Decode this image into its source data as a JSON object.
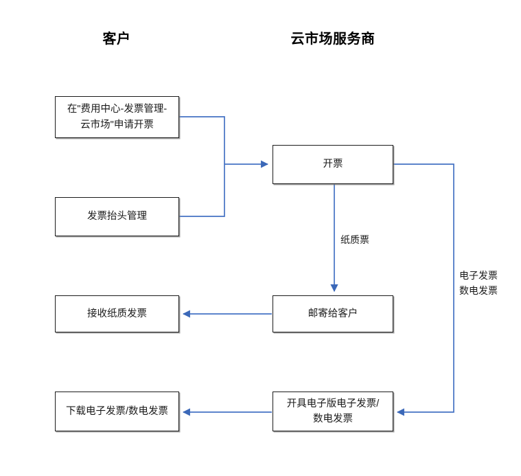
{
  "diagram": {
    "title_customer": "客户",
    "title_provider": "云市场服务商",
    "accent_color": "#4472c4",
    "border_color": "#1a1a1a",
    "background": "#ffffff",
    "nodes": [
      {
        "id": "apply-invoice",
        "label": "在\"费用中心-发票管理-\n云市场\"申请开票",
        "lane": "customer"
      },
      {
        "id": "invoice-title",
        "label": "发票抬头管理",
        "lane": "customer"
      },
      {
        "id": "issue-invoice",
        "label": "开票",
        "lane": "provider"
      },
      {
        "id": "mail-to-customer",
        "label": "邮寄给客户",
        "lane": "provider"
      },
      {
        "id": "receive-paper",
        "label": "接收纸质发票",
        "lane": "customer"
      },
      {
        "id": "issue-electronic",
        "label": "开具电子版电子发票/\n数电发票",
        "lane": "provider"
      },
      {
        "id": "download-e",
        "label": "下载电子发票/数电发票",
        "lane": "customer"
      }
    ],
    "edge_labels": [
      {
        "id": "paper",
        "text": "纸质票"
      },
      {
        "id": "electronic",
        "text": "电子发票\n数电发票"
      }
    ]
  }
}
